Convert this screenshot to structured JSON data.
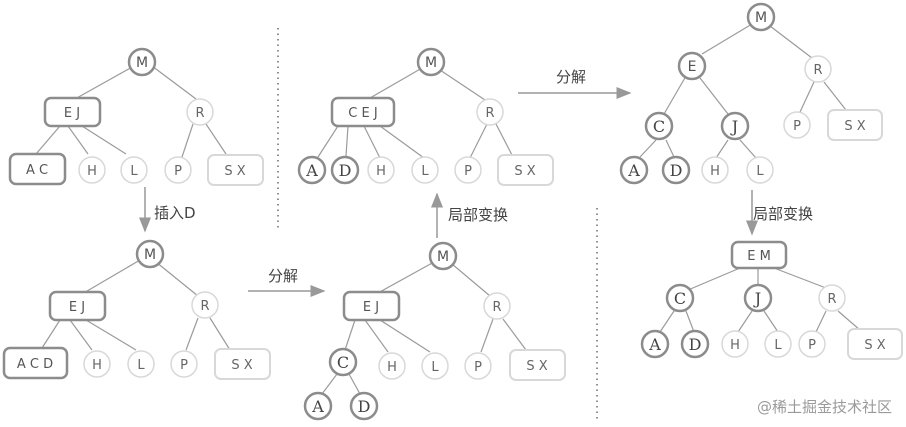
{
  "labels": {
    "insert_d": "插入D",
    "split": "分解",
    "local_transform": "局部变换"
  },
  "watermark": "@稀土掘金技术社区",
  "trees": {
    "tree1": {
      "root": "M",
      "level1_left": "E J",
      "level1_right": "R",
      "leaves": [
        "A C",
        "H",
        "L",
        "P",
        "S X"
      ]
    },
    "tree2": {
      "root": "M",
      "level1_left": "E J",
      "level1_right": "R",
      "leaves": [
        "A C D",
        "H",
        "L",
        "P",
        "S X"
      ]
    },
    "tree3": {
      "root": "M",
      "level1_left": "E J",
      "level1_right": "R",
      "level2": [
        "C",
        "H",
        "L",
        "P",
        "S X"
      ],
      "level3": [
        "A",
        "D"
      ]
    },
    "tree4": {
      "root": "M",
      "level1_left": "C E J",
      "level1_right": "R",
      "leaves": [
        "A",
        "D",
        "H",
        "L",
        "P",
        "S X"
      ]
    },
    "tree5": {
      "root": "M",
      "level1_left": "E",
      "level1_right": "R",
      "level2": [
        "C",
        "J",
        "P",
        "S X"
      ],
      "level3": [
        "A",
        "D",
        "H",
        "L"
      ]
    },
    "tree6": {
      "root": "E M",
      "level1": [
        "C",
        "J",
        "R"
      ],
      "level2": [
        "A",
        "D",
        "H",
        "L",
        "P",
        "S X"
      ]
    }
  }
}
